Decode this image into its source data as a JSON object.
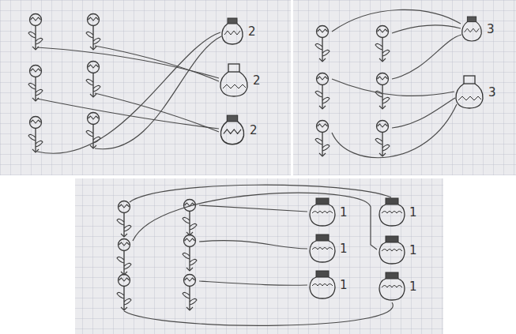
{
  "diagram": {
    "nodes": [
      {
        "text": [
          "2"
        ]
      },
      {
        "text": [
          "2"
        ]
      },
      {
        "text": [
          "2"
        ]
      },
      {
        "text": [
          "3"
        ]
      },
      {
        "text": [
          "3"
        ]
      },
      {
        "text": [
          "1"
        ]
      },
      {
        "text": [
          "1"
        ]
      },
      {
        "text": [
          "1"
        ]
      },
      {
        "text": [
          "1"
        ]
      },
      {
        "text": [
          "1"
        ]
      },
      {
        "text": [
          "1"
        ]
      }
    ]
  }
}
